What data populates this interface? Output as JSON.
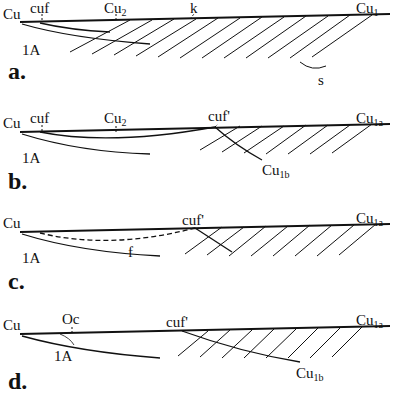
{
  "diagram": {
    "labels": [
      "Cu",
      "cuf",
      "Cu2",
      "k",
      "Cu1",
      "1A",
      "a.",
      "s",
      "Cu",
      "cuf",
      "Cu2",
      "cuf'",
      "Cu1a",
      "1A",
      "Cu1b",
      "b.",
      "Cu",
      "f",
      "cuf'",
      "Cu1a",
      "1A",
      "c.",
      "Cu",
      "Oc",
      "cuf'",
      "Cu1a",
      "1A",
      "Cu1b",
      "d."
    ]
  }
}
